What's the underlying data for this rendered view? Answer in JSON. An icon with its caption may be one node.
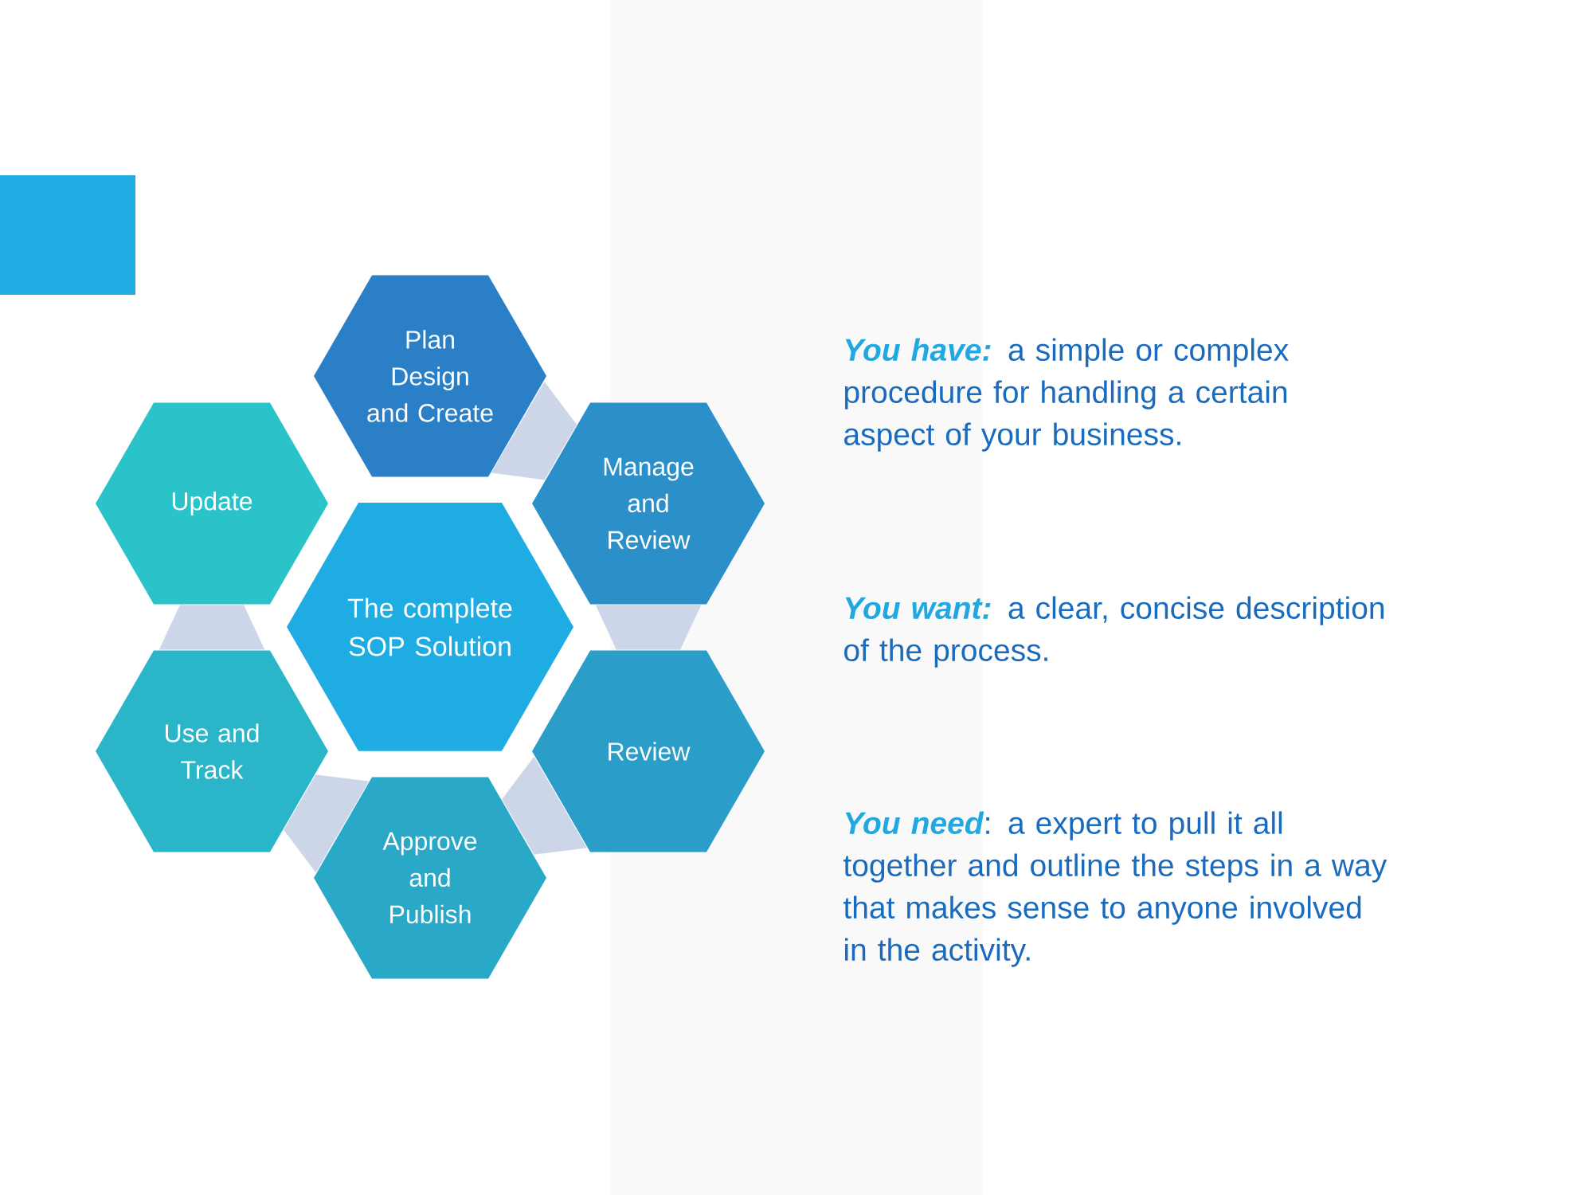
{
  "diagram": {
    "nodes": [
      {
        "text": [
          "The complete SOP Solution"
        ]
      },
      {
        "text": [
          "Plan Design and Create"
        ]
      },
      {
        "text": [
          "Manage and Review"
        ]
      },
      {
        "text": [
          "Review"
        ]
      },
      {
        "text": [
          "Approve and Publish"
        ]
      },
      {
        "text": [
          "Use and Track"
        ]
      },
      {
        "text": [
          "Update"
        ]
      }
    ],
    "edges": [
      {
        "from": 1,
        "to": 2,
        "arrow": "none"
      },
      {
        "from": 2,
        "to": 3,
        "arrow": "none"
      },
      {
        "from": 3,
        "to": 4,
        "arrow": "none"
      },
      {
        "from": 4,
        "to": 5,
        "arrow": "none"
      },
      {
        "from": 5,
        "to": 6,
        "arrow": "none"
      }
    ],
    "labels": [
      "**You have:** a simple or complex procedure for handling a certain aspect of your business.",
      "**You want:** a clear, concise description of the process.",
      "**You need**: a expert to pull it all together and outline the steps in a way that makes sense to anyone involved in the activity."
    ]
  }
}
